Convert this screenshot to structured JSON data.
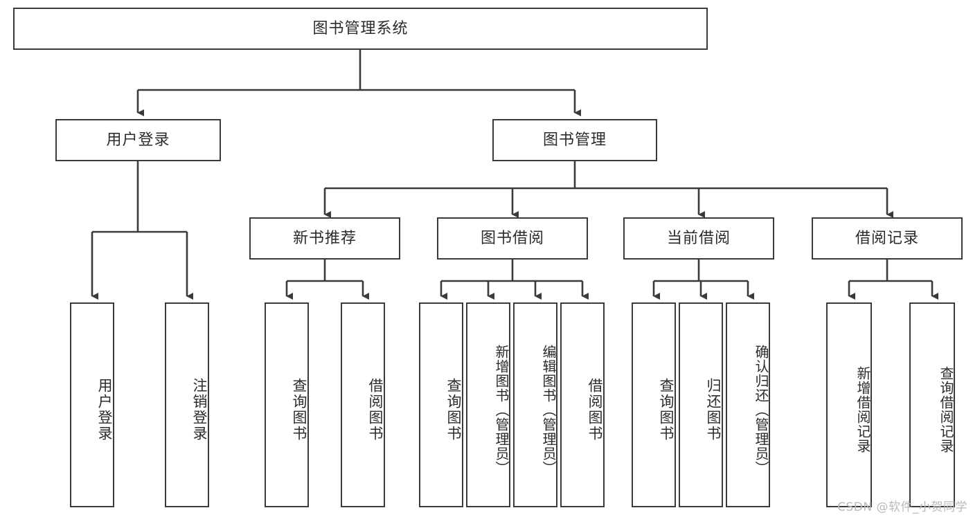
{
  "diagram": {
    "title": "图书管理系统",
    "type": "hierarchy-tree",
    "watermark": "CSDN @软件_小贺同学",
    "colors": {
      "stroke": "#3a3a3a",
      "fill": "#ffffff",
      "text": "#2b2b2b",
      "watermark": "#b9b9b9"
    },
    "root": {
      "label": "图书管理系统"
    },
    "level1": [
      {
        "label": "用户登录"
      },
      {
        "label": "图书管理"
      }
    ],
    "level2": [
      {
        "label": "新书推荐"
      },
      {
        "label": "图书借阅"
      },
      {
        "label": "当前借阅"
      },
      {
        "label": "借阅记录"
      }
    ],
    "leaves": {
      "user_login": [
        {
          "label": "用户登录"
        },
        {
          "label": "注销登录"
        }
      ],
      "new_book": [
        {
          "label": "查询图书"
        },
        {
          "label": "借阅图书"
        }
      ],
      "book_borrow": [
        {
          "label": "查询图书"
        },
        {
          "label": "新增图书（管理员）"
        },
        {
          "label": "编辑图书（管理员）"
        },
        {
          "label": "借阅图书"
        }
      ],
      "current_borrow": [
        {
          "label": "查询图书"
        },
        {
          "label": "归还图书"
        },
        {
          "label": "确认归还（管理员）"
        }
      ],
      "borrow_record": [
        {
          "label": "新增借阅记录"
        },
        {
          "label": "查询借阅记录"
        }
      ]
    }
  }
}
